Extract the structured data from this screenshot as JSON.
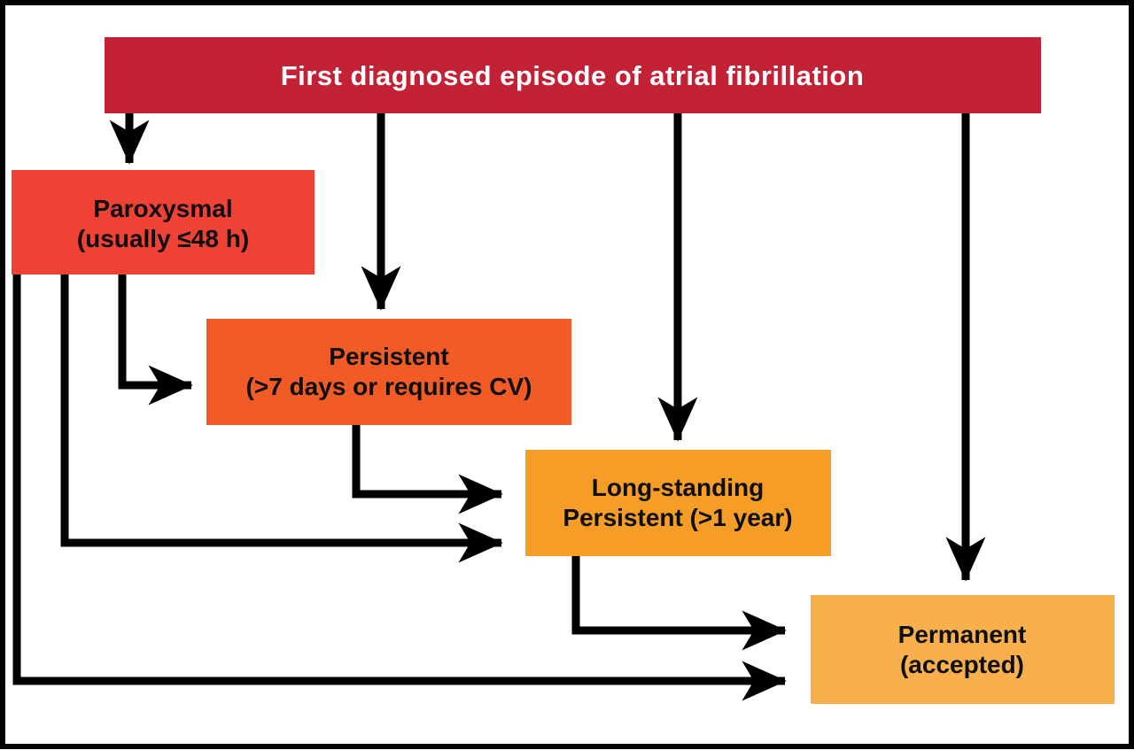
{
  "diagram": {
    "type": "flowchart",
    "topic": "Classification of atrial fibrillation",
    "background_color": "#FFFFFF",
    "frame_color": "#000000",
    "arrow_color": "#000000",
    "nodes": [
      {
        "id": "first-diagnosed",
        "label": "First diagnosed episode of atrial fibrillation",
        "line1": "First diagnosed episode of atrial fibrillation",
        "line2": "",
        "color": "#C32135",
        "text_color": "#FFFFFF"
      },
      {
        "id": "paroxysmal",
        "label": "Paroxysmal (usually ≤48 h)",
        "line1": "Paroxysmal",
        "line2": "(usually ≤48 h)",
        "color": "#EF4134",
        "text_color": "#0E0E0E"
      },
      {
        "id": "persistent",
        "label": "Persistent (>7 days or requires CV)",
        "line1": "Persistent",
        "line2": "(>7 days or requires CV)",
        "color": "#F15B26",
        "text_color": "#0E0E0E"
      },
      {
        "id": "longstanding-persistent",
        "label": "Long-standing Persistent (>1 year)",
        "line1": "Long-standing",
        "line2": "Persistent (>1 year)",
        "color": "#F59D27",
        "text_color": "#0E0E0E"
      },
      {
        "id": "permanent",
        "label": "Permanent (accepted)",
        "line1": "Permanent",
        "line2": "(accepted)",
        "color": "#F8B04D",
        "text_color": "#0E0E0E"
      }
    ],
    "edges": [
      {
        "from": "first-diagnosed",
        "to": "paroxysmal"
      },
      {
        "from": "first-diagnosed",
        "to": "persistent"
      },
      {
        "from": "first-diagnosed",
        "to": "longstanding-persistent"
      },
      {
        "from": "first-diagnosed",
        "to": "permanent"
      },
      {
        "from": "paroxysmal",
        "to": "persistent"
      },
      {
        "from": "paroxysmal",
        "to": "longstanding-persistent"
      },
      {
        "from": "paroxysmal",
        "to": "permanent"
      },
      {
        "from": "persistent",
        "to": "longstanding-persistent"
      },
      {
        "from": "longstanding-persistent",
        "to": "permanent"
      }
    ]
  }
}
